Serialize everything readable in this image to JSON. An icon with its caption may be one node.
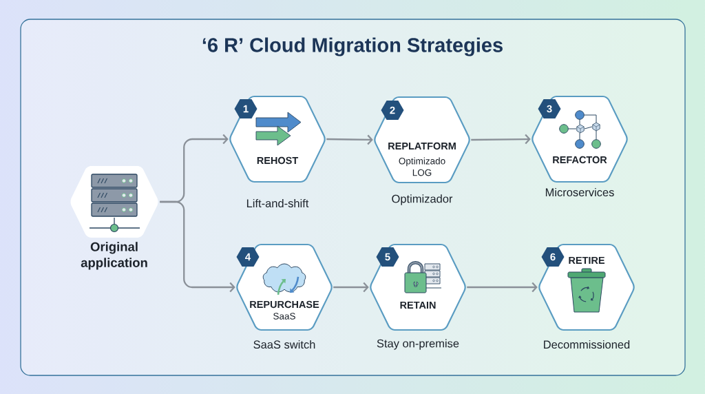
{
  "diagram": {
    "title": "‘6 R’ Cloud Migration Strategies",
    "nodes": [
      {
        "text": [
          "Original application"
        ]
      },
      {
        "text": [
          "1",
          "REHOST"
        ],
        "beside": [
          "Lift-and-shift"
        ]
      },
      {
        "text": [
          "2",
          "REPLATFORM",
          "Optimizado LOG"
        ],
        "beside": [
          "Optimizador"
        ]
      },
      {
        "text": [
          "3",
          "REFACTOR"
        ],
        "beside": [
          "Microservices"
        ]
      },
      {
        "text": [
          "4",
          "REPURCHASE",
          "SaaS"
        ],
        "beside": [
          "SaaS switch"
        ]
      },
      {
        "text": [
          "5",
          "RETAIN"
        ],
        "beside": [
          "Stay on-premise"
        ]
      },
      {
        "text": [
          "6",
          "RETIRE"
        ],
        "beside": [
          "Decommissioned"
        ]
      }
    ],
    "edges": [
      {
        "from": 0,
        "to": 1,
        "arrow": "to"
      },
      {
        "from": 0,
        "to": 4,
        "arrow": "to"
      },
      {
        "from": 1,
        "to": 2,
        "arrow": "to"
      },
      {
        "from": 2,
        "to": 3,
        "arrow": "to"
      },
      {
        "from": 4,
        "to": 5,
        "arrow": "to"
      },
      {
        "from": 5,
        "to": 6,
        "arrow": "to"
      }
    ]
  }
}
